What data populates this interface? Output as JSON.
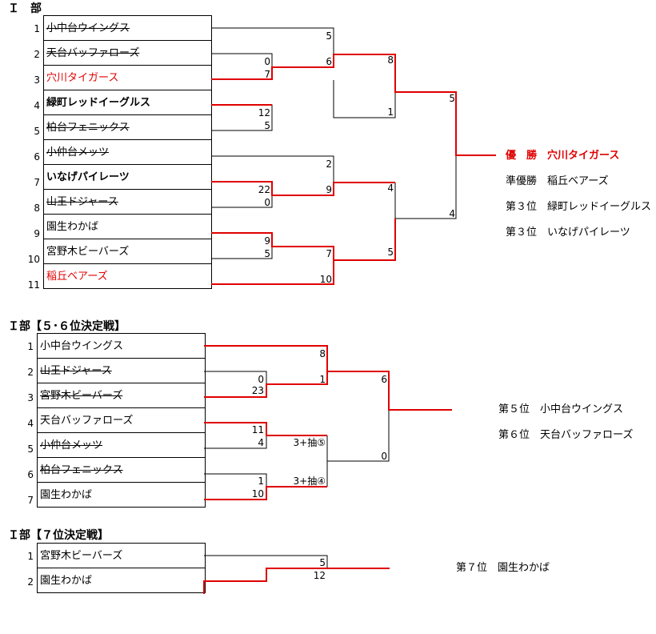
{
  "sections": [
    {
      "title": "Ｉ　部",
      "teams": [
        {
          "seed": "1",
          "name": "小中台ウイングス",
          "style": "struck"
        },
        {
          "seed": "2",
          "name": "天台バッファローズ",
          "style": "struck"
        },
        {
          "seed": "3",
          "name": "穴川タイガース",
          "style": "red"
        },
        {
          "seed": "4",
          "name": "緑町レッドイーグルス",
          "style": "bold"
        },
        {
          "seed": "5",
          "name": "柏台フェニックス",
          "style": "struck"
        },
        {
          "seed": "6",
          "name": "小仲台メッツ",
          "style": "struck"
        },
        {
          "seed": "7",
          "name": "いなげパイレーツ",
          "style": "bold"
        },
        {
          "seed": "8",
          "name": "山王ドジャース",
          "style": "struck"
        },
        {
          "seed": "9",
          "name": "園生わかば",
          "style": ""
        },
        {
          "seed": "10",
          "name": "宮野木ビーバーズ",
          "style": ""
        },
        {
          "seed": "11",
          "name": "稲丘ベアーズ",
          "style": "red"
        }
      ],
      "scores": [
        "5",
        "0",
        "6",
        "7",
        "8",
        "12",
        "1",
        "5",
        "5",
        "2",
        "22",
        "9",
        "0",
        "4",
        "4",
        "9",
        "5",
        "7",
        "5",
        "10"
      ],
      "results": [
        "優　勝　穴川タイガース",
        "準優勝　稲丘ベアーズ",
        "第３位　緑町レッドイーグルス",
        "第３位　いなげパイレーツ"
      ]
    },
    {
      "title": "Ｉ部【５･６位決定戦】",
      "teams": [
        {
          "seed": "1",
          "name": "小中台ウイングス",
          "style": ""
        },
        {
          "seed": "2",
          "name": "山王ドジャース",
          "style": "struck"
        },
        {
          "seed": "3",
          "name": "宮野木ビーバーズ",
          "style": "struck"
        },
        {
          "seed": "4",
          "name": "天台バッファローズ",
          "style": ""
        },
        {
          "seed": "5",
          "name": "小仲台メッツ",
          "style": "struck"
        },
        {
          "seed": "6",
          "name": "柏台フェニックス",
          "style": "struck"
        },
        {
          "seed": "7",
          "name": "園生わかば",
          "style": ""
        }
      ],
      "scores": [
        "8",
        "0",
        "1",
        "23",
        "6",
        "11",
        "4",
        "3+抽⑤",
        "1",
        "3+抽④",
        "10",
        "0"
      ],
      "results": [
        "第５位　小中台ウイングス",
        "第６位　天台バッファローズ"
      ]
    },
    {
      "title": "Ｉ部【７位決定戦】",
      "teams": [
        {
          "seed": "1",
          "name": "宮野木ビーバーズ",
          "style": ""
        },
        {
          "seed": "2",
          "name": "園生わかば",
          "style": ""
        }
      ],
      "scores": [
        "5",
        "12"
      ],
      "results": [
        "第７位　園生わかば"
      ]
    }
  ]
}
